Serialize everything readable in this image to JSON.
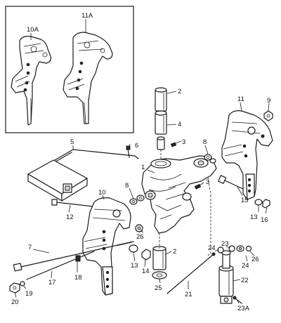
{
  "labels": {
    "p1": "1",
    "p2a": "2",
    "p2b": "2",
    "p3a": "3",
    "p3b": "3",
    "p4": "4",
    "p5": "5",
    "p6": "6",
    "p7": "7",
    "p8a": "8",
    "p8b": "8",
    "p9": "9",
    "p10": "10",
    "p10A": "10A",
    "p11": "11",
    "p11A": "11A",
    "p12": "12",
    "p13a": "13",
    "p13b": "13",
    "p14": "14",
    "p15": "15",
    "p16": "16",
    "p17": "17",
    "p18": "18",
    "p19": "19",
    "p20": "20",
    "p21": "21",
    "p22": "22",
    "p23": "23",
    "p23A": "23A",
    "p24a": "24",
    "p24b": "24",
    "p25": "25",
    "p26a": "26",
    "p26b": "26"
  }
}
